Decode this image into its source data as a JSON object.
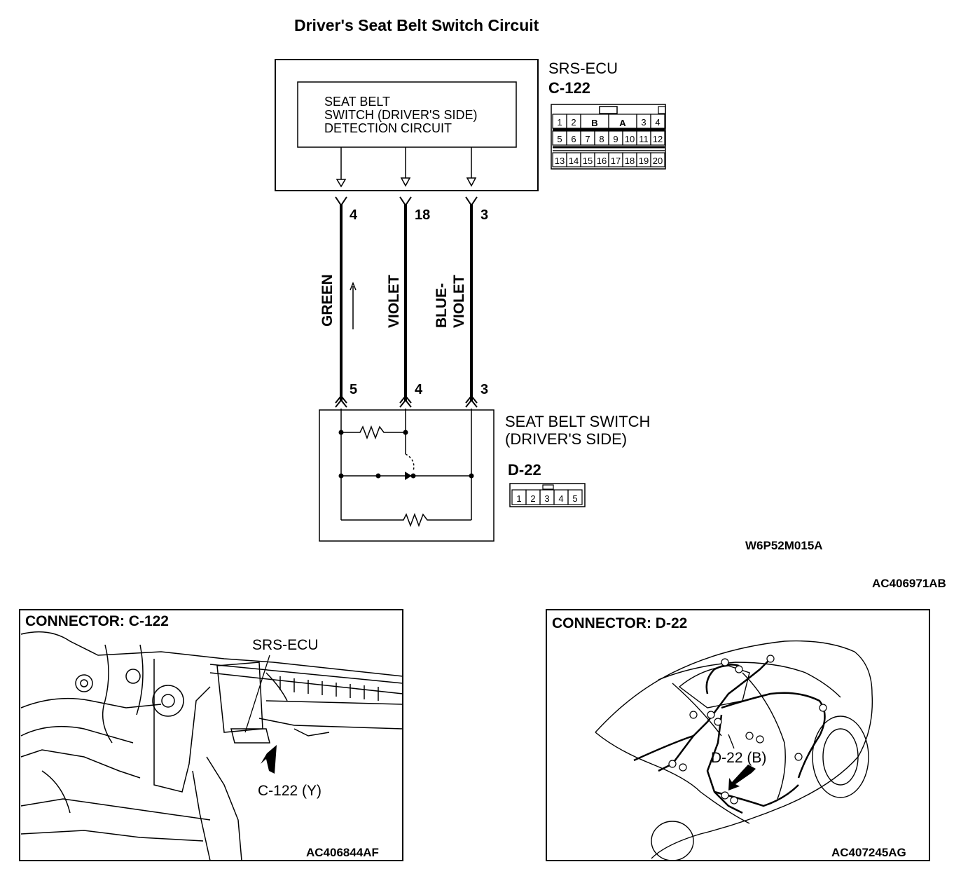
{
  "title": "Driver's Seat Belt Switch Circuit",
  "ecu": {
    "name": "SRS-ECU",
    "connector": "C-122",
    "circuit_line1": "SEAT BELT",
    "circuit_line2": "SWITCH (DRIVER'S SIDE)",
    "circuit_line3": "DETECTION CIRCUIT",
    "connector_pins_row1": [
      "1",
      "2",
      "B",
      "A",
      "3",
      "4"
    ],
    "connector_pins_row2": [
      "5",
      "6",
      "7",
      "8",
      "9",
      "10",
      "11",
      "12"
    ],
    "connector_pins_row3": [
      "13",
      "14",
      "15",
      "16",
      "17",
      "18",
      "19",
      "20"
    ]
  },
  "wires": [
    {
      "color": "GREEN",
      "ecu_pin": "4",
      "switch_pin": "5"
    },
    {
      "color": "VIOLET",
      "ecu_pin": "18",
      "switch_pin": "4"
    },
    {
      "color_line1": "BLUE-",
      "color_line2": "VIOLET",
      "ecu_pin": "3",
      "switch_pin": "3"
    }
  ],
  "switch": {
    "name_line1": "SEAT BELT SWITCH",
    "name_line2": "(DRIVER'S SIDE)",
    "connector": "D-22",
    "connector_pins": [
      "1",
      "2",
      "3",
      "4",
      "5"
    ]
  },
  "codes": {
    "diagram": "W6P52M015A",
    "figure": "AC406971AB"
  },
  "panel_left": {
    "title": "CONNECTOR: C-122",
    "label_ecu": "SRS-ECU",
    "label_connector": "C-122 (Y)",
    "code": "AC406844AF"
  },
  "panel_right": {
    "title": "CONNECTOR: D-22",
    "label_connector": "D-22 (B)",
    "code": "AC407245AG"
  }
}
